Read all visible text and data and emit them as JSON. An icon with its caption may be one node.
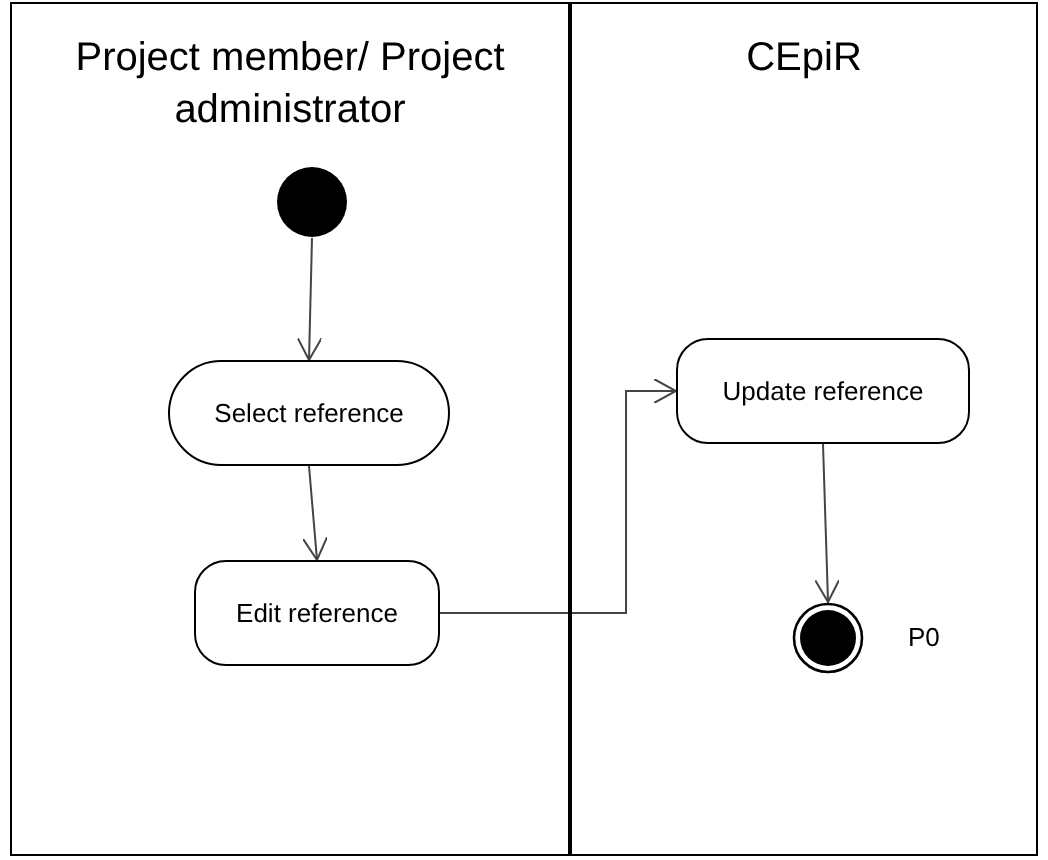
{
  "diagram": {
    "nodes": [
      {
        "text": [
          "Project member/ Project administrator"
        ]
      },
      {
        "text": [
          "CEpiR"
        ]
      },
      {
        "text": [],
        "shape": "circle",
        "in": 0
      },
      {
        "text": [
          "Select reference"
        ],
        "in": 0
      },
      {
        "text": [
          "Edit reference"
        ],
        "in": 0
      },
      {
        "text": [
          "Update reference"
        ],
        "in": 1
      },
      {
        "text": [],
        "shape": "final-state",
        "in": 1,
        "beside": [
          "P0"
        ]
      }
    ],
    "edges": [
      {
        "from": 2,
        "to": 3,
        "arrow": "to"
      },
      {
        "from": 3,
        "to": 4,
        "arrow": "to"
      },
      {
        "from": 4,
        "to": 5,
        "arrow": "to"
      },
      {
        "from": 5,
        "to": 6,
        "arrow": "to"
      }
    ]
  }
}
